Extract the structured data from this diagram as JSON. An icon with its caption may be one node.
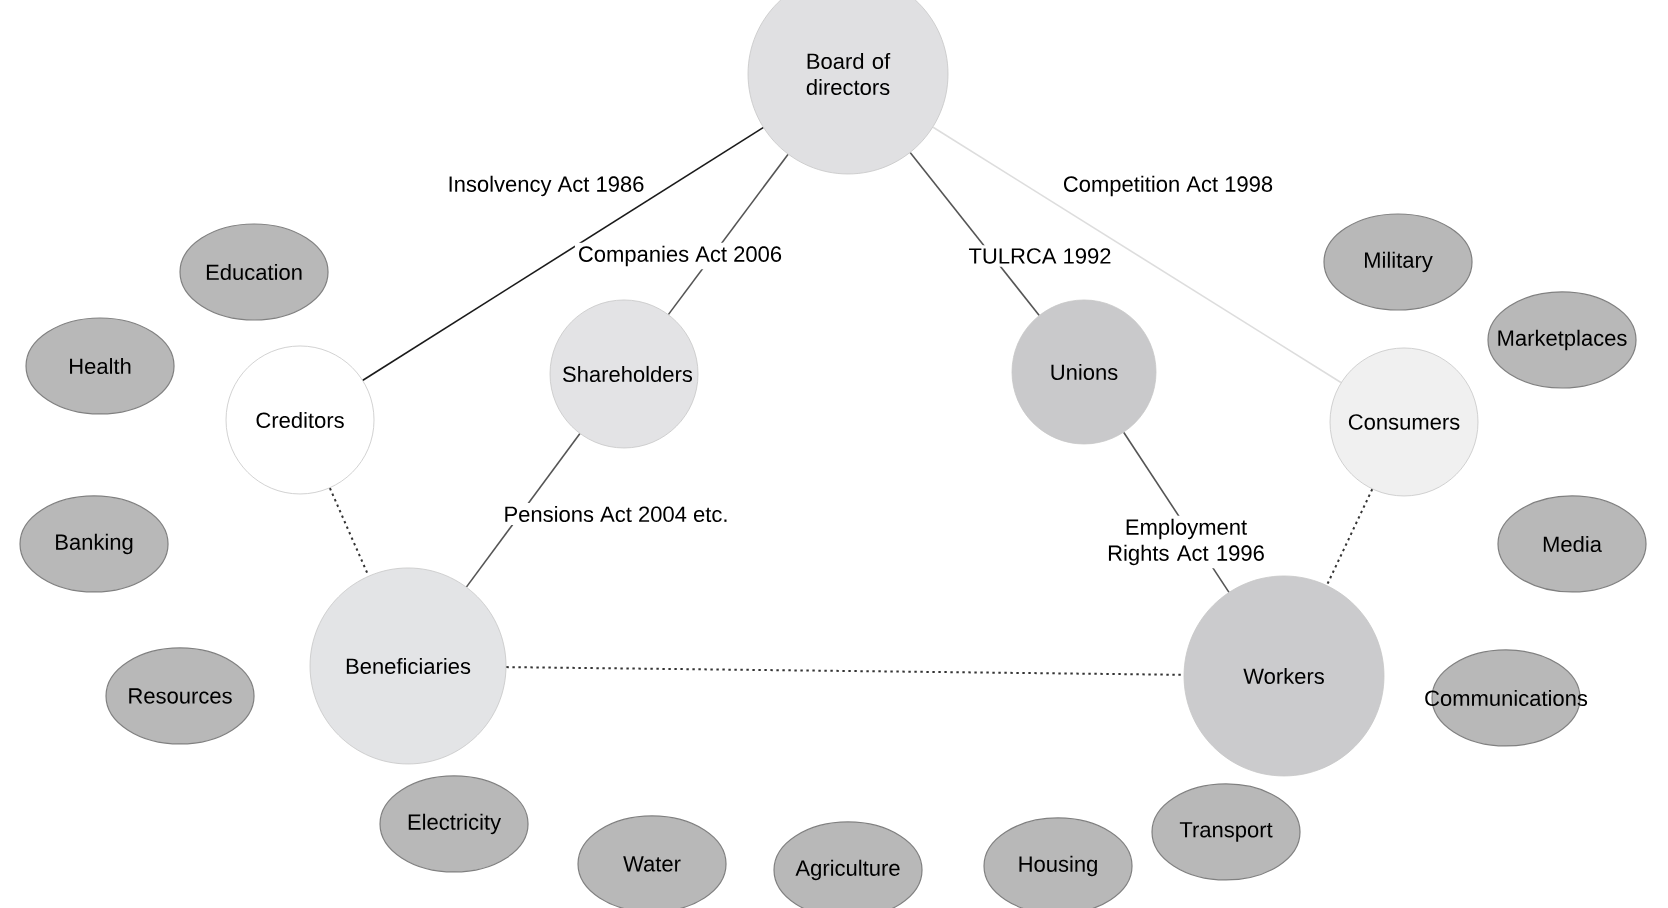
{
  "diagram": {
    "nodes": [
      {
        "text": [
          "Board of directors"
        ]
      },
      {
        "text": [
          "Creditors"
        ]
      },
      {
        "text": [
          "Shareholders"
        ]
      },
      {
        "text": [
          "Unions"
        ]
      },
      {
        "text": [
          "Consumers"
        ]
      },
      {
        "text": [
          "Beneficiaries"
        ]
      },
      {
        "text": [
          "Workers"
        ]
      },
      {
        "text": [
          "Education"
        ]
      },
      {
        "text": [
          "Health"
        ]
      },
      {
        "text": [
          "Banking"
        ]
      },
      {
        "text": [
          "Resources"
        ]
      },
      {
        "text": [
          "Electricity"
        ]
      },
      {
        "text": [
          "Water"
        ]
      },
      {
        "text": [
          "Agriculture"
        ]
      },
      {
        "text": [
          "Housing"
        ]
      },
      {
        "text": [
          "Transport"
        ]
      },
      {
        "text": [
          "Military"
        ]
      },
      {
        "text": [
          "Marketplaces"
        ]
      },
      {
        "text": [
          "Media"
        ]
      },
      {
        "text": [
          "Communications"
        ]
      }
    ],
    "edges": [
      {
        "from": 0,
        "to": 1,
        "arrow": "none",
        "label": "Insolvency Act 1986",
        "color": "#1a1a1a"
      },
      {
        "from": 0,
        "to": 2,
        "arrow": "none",
        "label": "Companies Act 2006"
      },
      {
        "from": 0,
        "to": 3,
        "arrow": "none",
        "label": "TULRCA 1992"
      },
      {
        "from": 0,
        "to": 4,
        "arrow": "none",
        "label": "Competition Act 1998",
        "color": "#dddddd"
      },
      {
        "from": 2,
        "to": 5,
        "arrow": "none",
        "label": "Pensions Act 2004 etc."
      },
      {
        "from": 3,
        "to": 6,
        "arrow": "none",
        "label": "Employment Rights Act 1996"
      },
      {
        "from": 1,
        "to": 5,
        "arrow": "none",
        "style": "dashed"
      },
      {
        "from": 4,
        "to": 6,
        "arrow": "none",
        "style": "dashed"
      },
      {
        "from": 5,
        "to": 6,
        "arrow": "none",
        "style": "dashed"
      }
    ]
  }
}
